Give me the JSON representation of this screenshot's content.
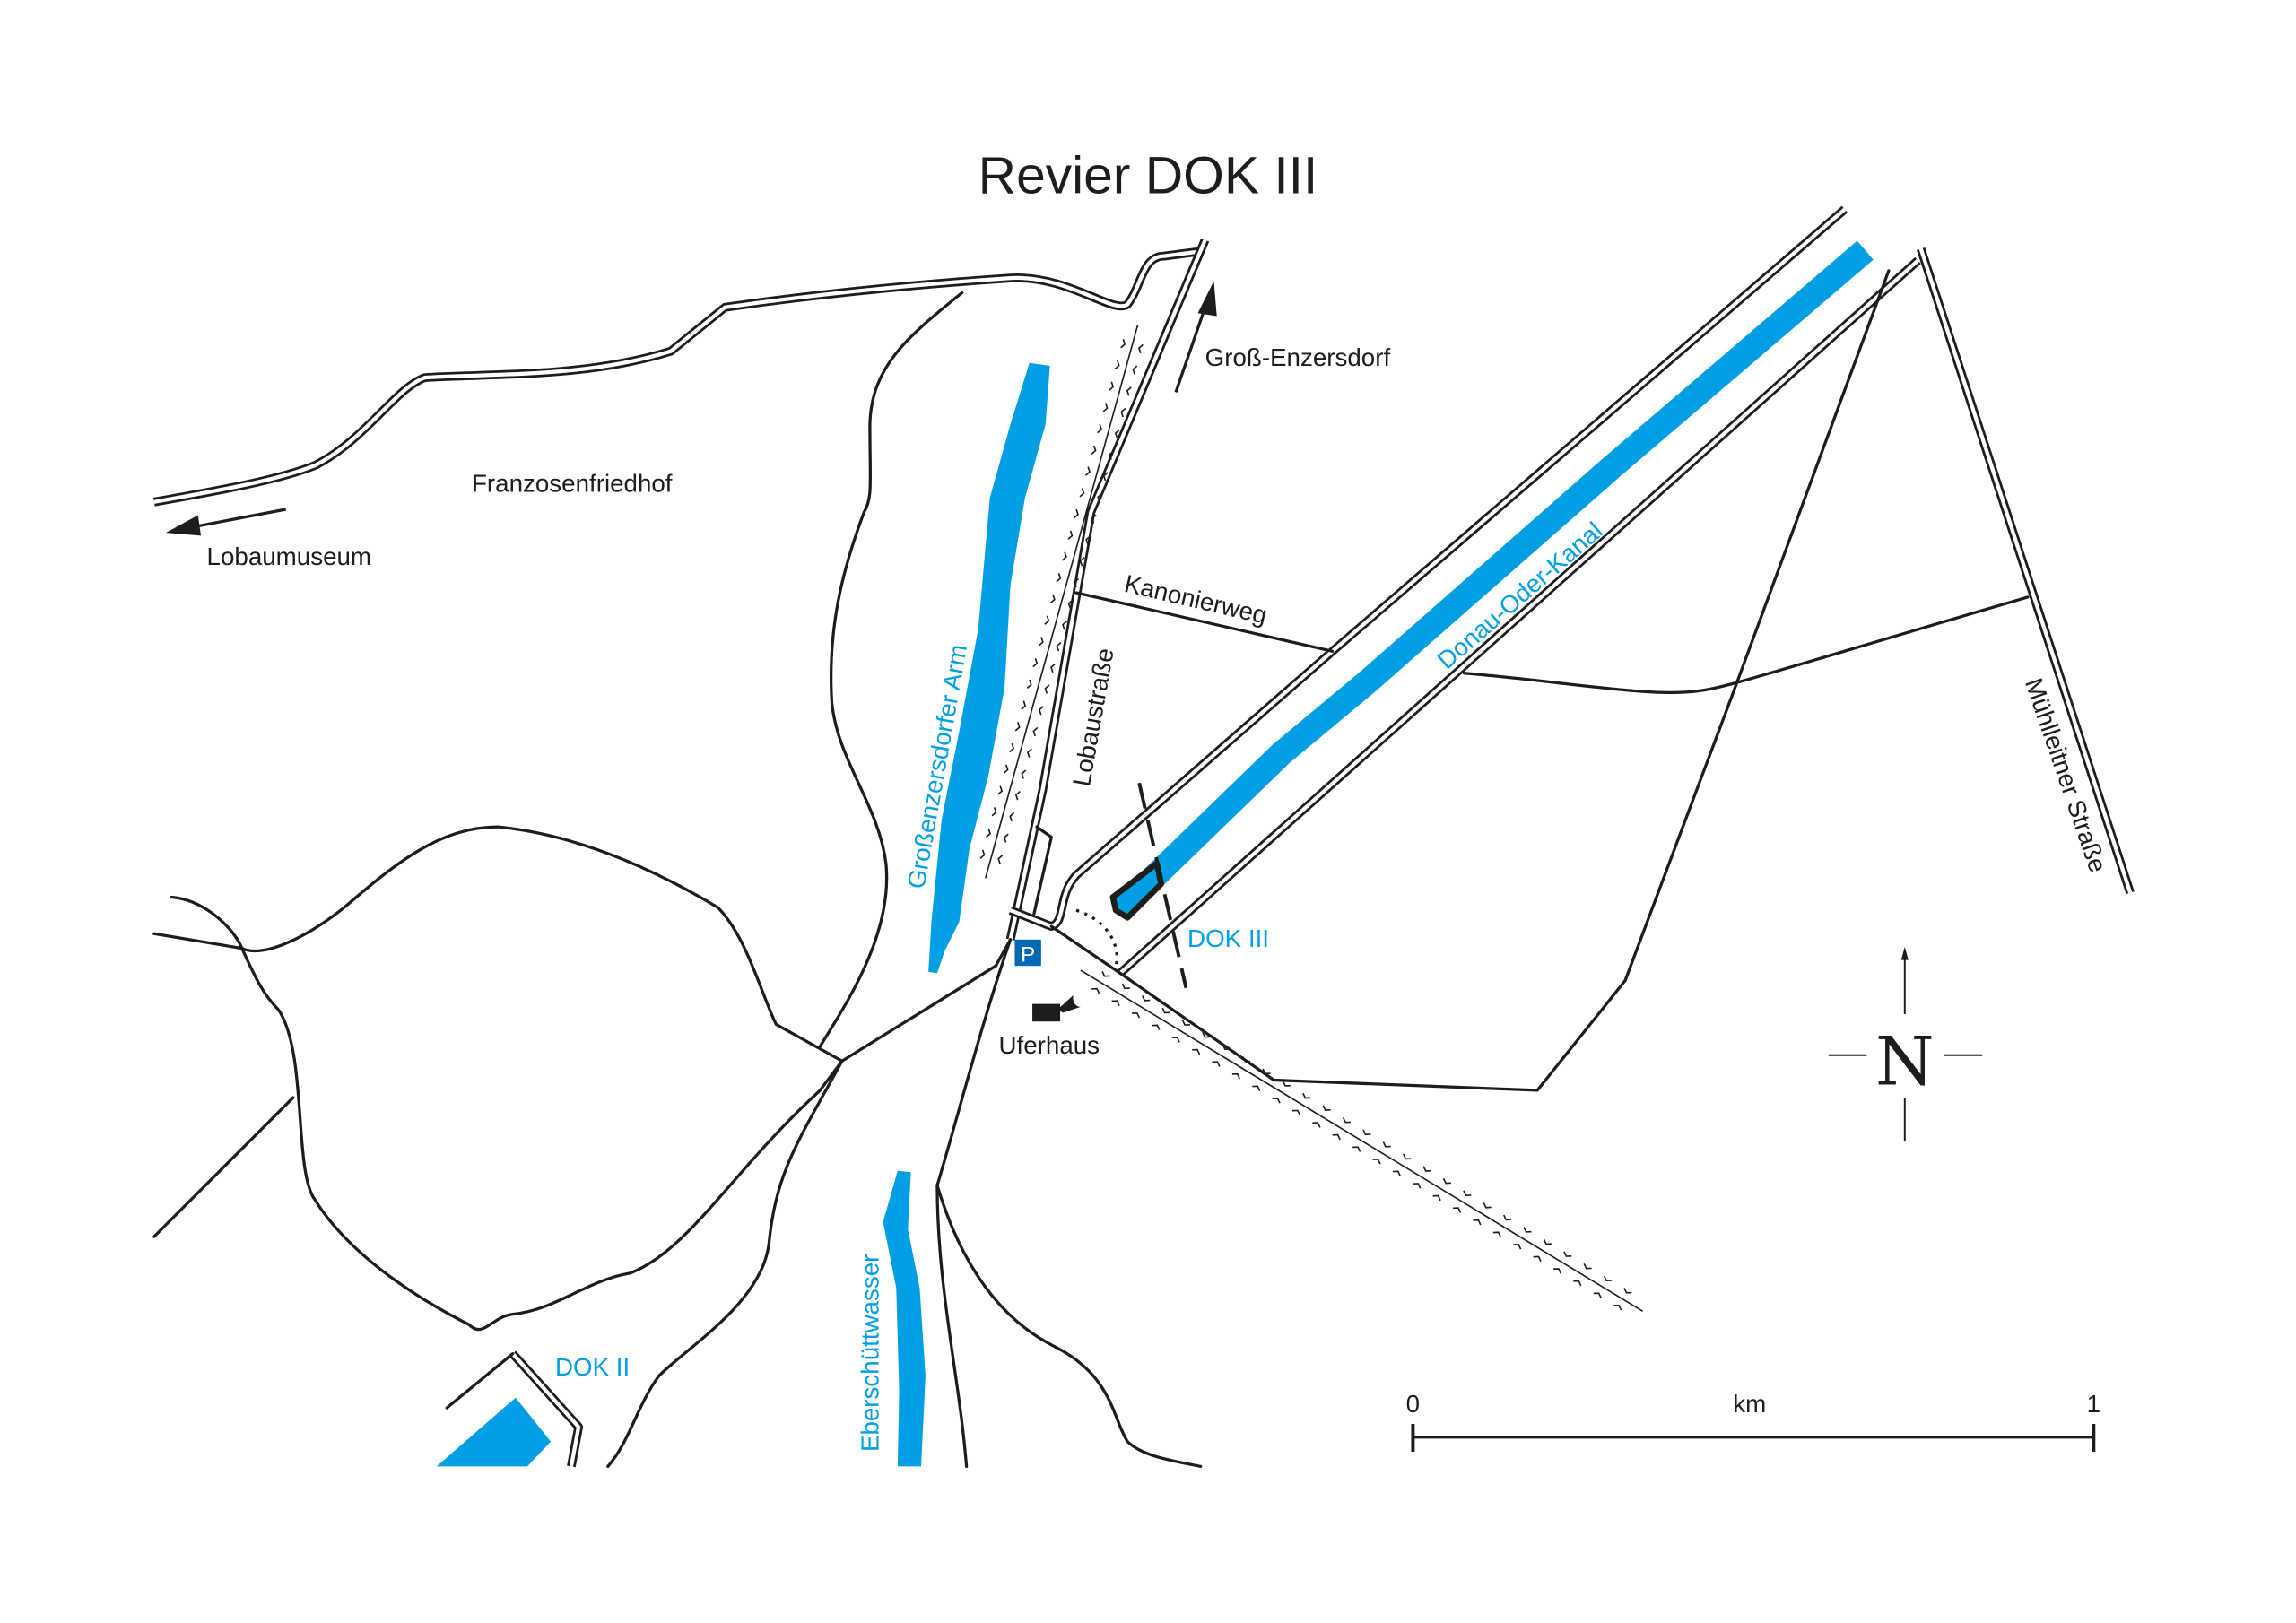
{
  "title": "Revier DOK III",
  "labels": {
    "franzosenfriedhof": "Franzosenfriedhof",
    "lobaumuseum": "Lobaumuseum",
    "gross_enzersdorf": "Groß-Enzersdorf",
    "kanonierweg": "Kanonierweg",
    "lobaustrasse": "Lobaustraße",
    "grossenzersdorfer_arm": "Großenzersdorfer Arm",
    "donau_oder_kanal": "Donau-Oder-Kanal",
    "muehlleitner_strasse": "Mühlleitner Straße",
    "dok3": "DOK III",
    "dok2": "DOK II",
    "uferhaus": "Uferhaus",
    "eberschuettwasser": "Eberschüttwasser",
    "parking": "P"
  },
  "compass": {
    "north": "N"
  },
  "scale": {
    "start": "0",
    "unit": "km",
    "end": "1"
  },
  "colors": {
    "water": "#009fe3",
    "line": "#1d1d1b",
    "parking": "#0069b4"
  }
}
